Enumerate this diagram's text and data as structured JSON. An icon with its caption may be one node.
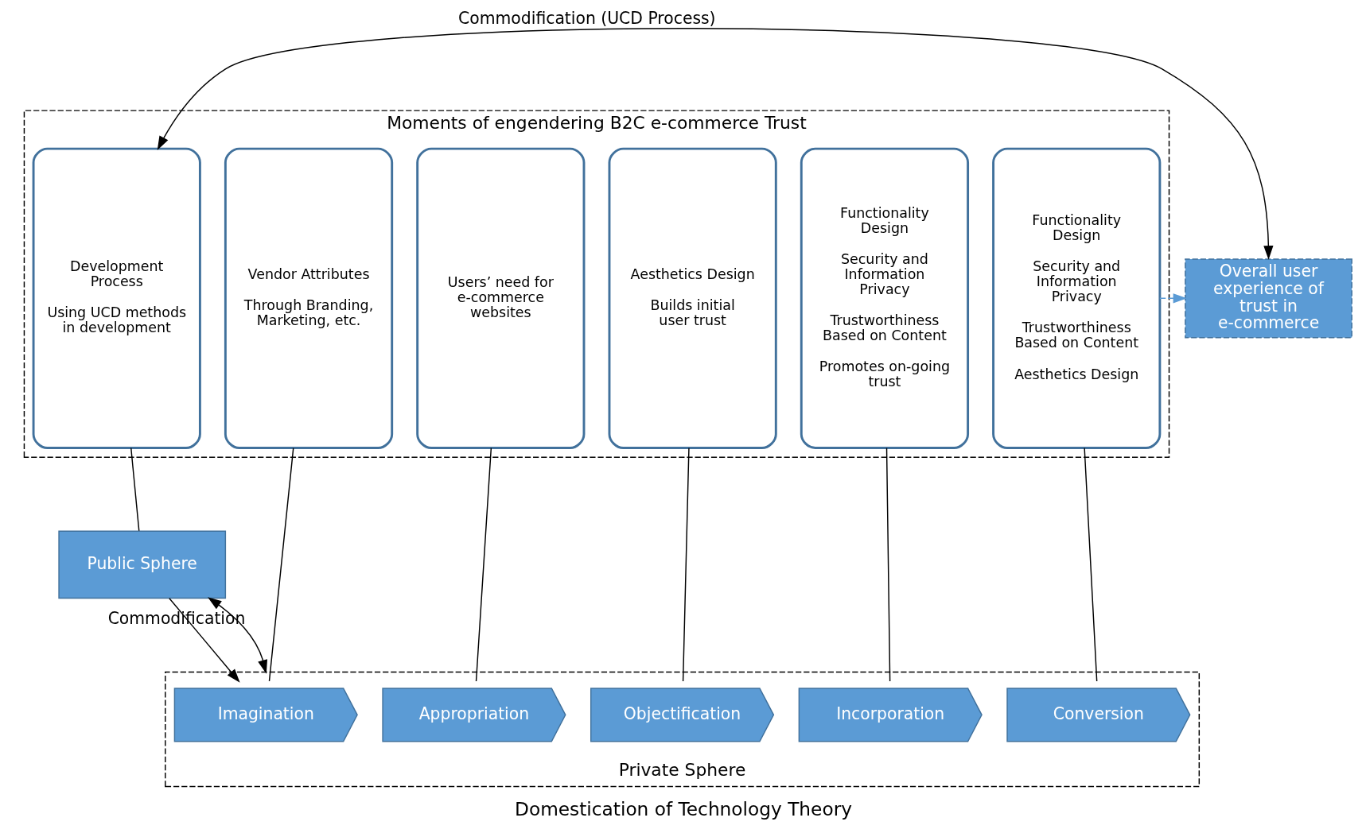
{
  "diagram": {
    "caption": "Domestication of Technology Theory",
    "nodes": [
      {
        "text": [
          "Moments of engendering B2C e-commerce Trust"
        ]
      },
      {
        "text": [
          "Development Process",
          "Using UCD methods in development"
        ],
        "in": 0
      },
      {
        "text": [
          "Vendor Attributes",
          "Through Branding, Marketing, etc."
        ],
        "in": 0
      },
      {
        "text": [
          "Users’ need for e-commerce websites"
        ],
        "in": 0
      },
      {
        "text": [
          "Aesthetics Design",
          "Builds initial user trust"
        ],
        "in": 0
      },
      {
        "text": [
          "Functionality Design",
          "Security and Information Privacy",
          "Trustworthiness Based on Content",
          "Promotes on-going trust"
        ],
        "in": 0
      },
      {
        "text": [
          "Functionality Design",
          "Security and Information Privacy",
          "Trustworthiness Based on Content",
          "Aesthetics Design"
        ],
        "in": 0
      },
      {
        "text": [
          "Overall user experience of trust in e-commerce"
        ]
      },
      {
        "text": [
          "Public Sphere"
        ]
      },
      {
        "text": [
          "Private Sphere"
        ]
      },
      {
        "text": [
          "Imagination"
        ],
        "in": 9
      },
      {
        "text": [
          "Appropriation"
        ],
        "in": 9
      },
      {
        "text": [
          "Objectification"
        ],
        "in": 9
      },
      {
        "text": [
          "Incorporation"
        ],
        "in": 9
      },
      {
        "text": [
          "Conversion"
        ],
        "in": 9
      }
    ],
    "edges": [
      {
        "from": 1,
        "to": 7,
        "arrow": "both",
        "label": "Commodification (UCD Process)"
      },
      {
        "from": 6,
        "to": 7,
        "arrow": "to",
        "style": "dashed",
        "color": "#5b9bd5"
      },
      {
        "from": 1,
        "to": 8,
        "arrow": "none"
      },
      {
        "from": 2,
        "to": 10,
        "arrow": "none"
      },
      {
        "from": 3,
        "to": 11,
        "arrow": "none"
      },
      {
        "from": 4,
        "to": 12,
        "arrow": "none"
      },
      {
        "from": 5,
        "to": 13,
        "arrow": "none"
      },
      {
        "from": 6,
        "to": 14,
        "arrow": "none"
      },
      {
        "from": 8,
        "to": 10,
        "arrow": "to"
      },
      {
        "from": 8,
        "to": 9,
        "arrow": "both",
        "label": "Commodification"
      }
    ]
  }
}
